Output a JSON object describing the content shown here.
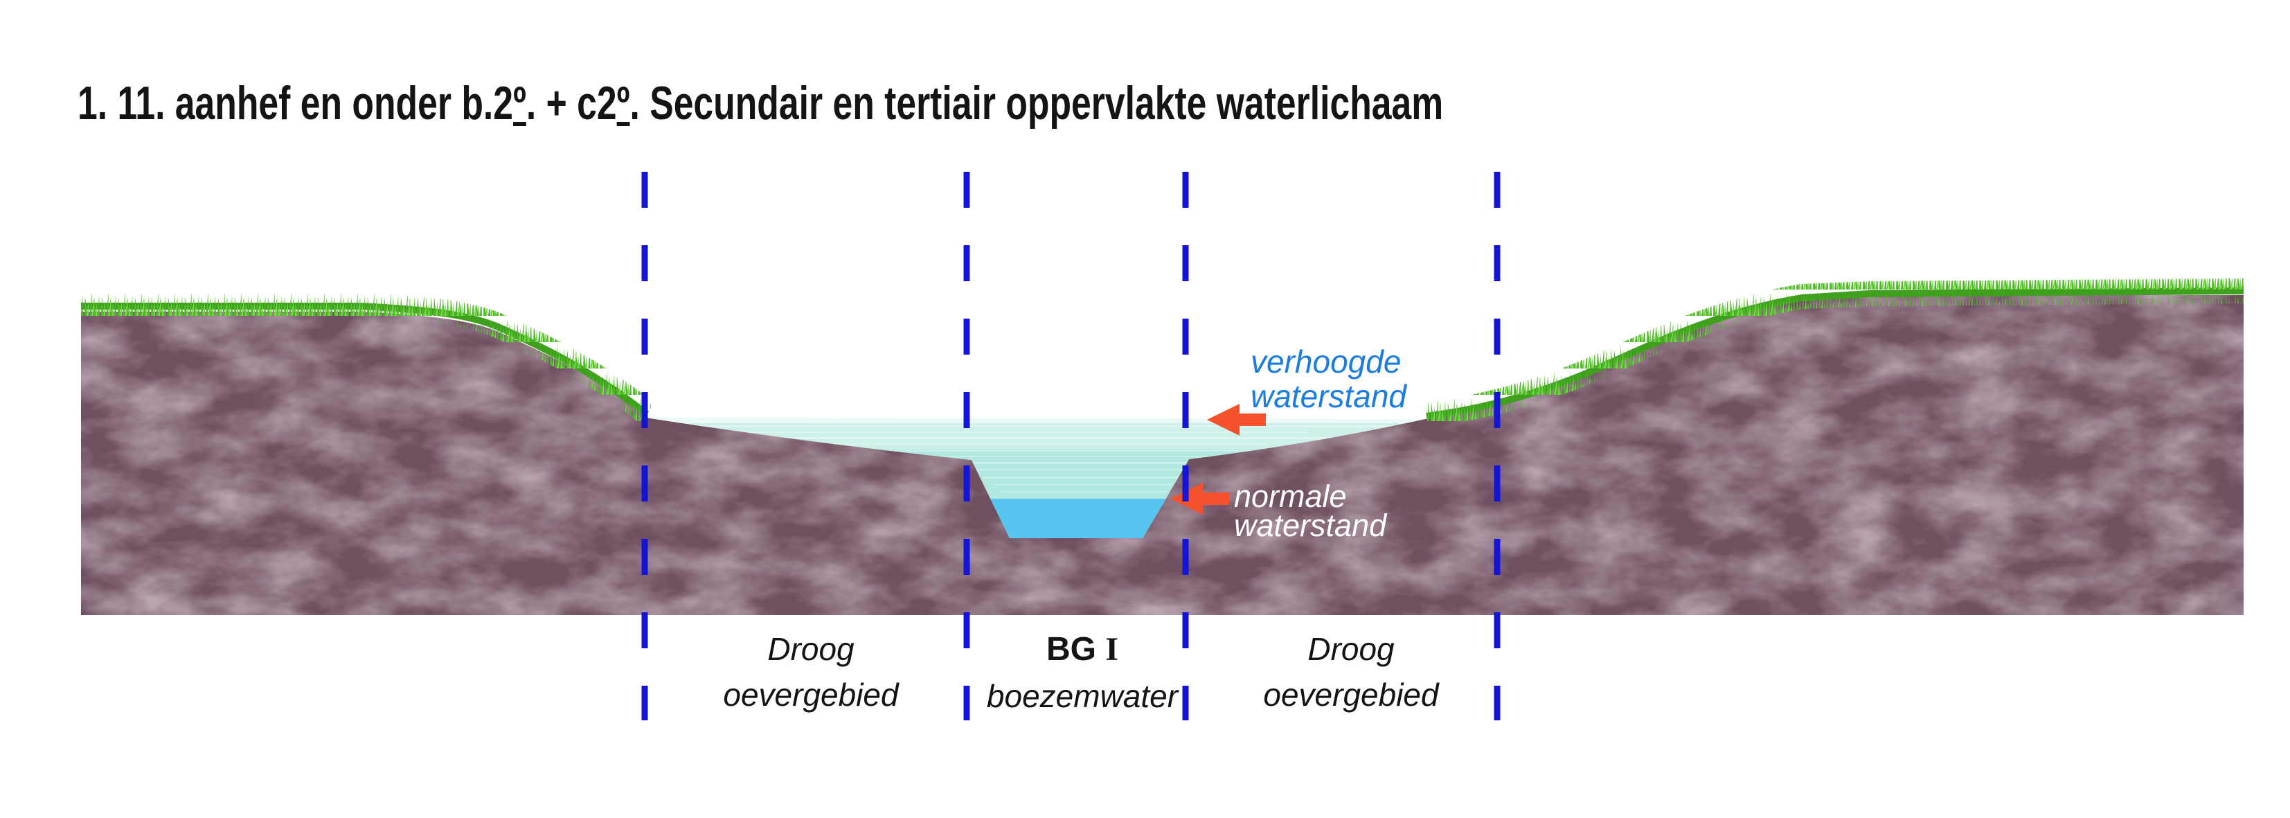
{
  "title": {
    "parts": [
      {
        "text": "1. 11. aanhef en onder b.2"
      },
      {
        "text": "º",
        "underline": true
      },
      {
        "text": ". + c2"
      },
      {
        "text": "º",
        "underline": true
      },
      {
        "text": ". Secundair en tertiair oppervlakte waterlichaam"
      }
    ]
  },
  "diagram": {
    "water_levels": {
      "elevated": {
        "line1": "verhoogde",
        "line2": "waterstand"
      },
      "normal": {
        "line1": "normale",
        "line2": "waterstand"
      }
    },
    "zones": {
      "left": {
        "line1": "Droog",
        "line2": "oevergebied"
      },
      "center": {
        "code": "BG",
        "numeral": "I",
        "name": "boezemwater"
      },
      "right": {
        "line1": "Droog",
        "line2": "oevergebied"
      }
    },
    "colors": {
      "soil": "#6f5061",
      "soil_light": "#8d7080",
      "grass": "#50b929",
      "grass_light": "#74d747",
      "grass_dark": "#3ea01d",
      "water_high": "#cdf1ea",
      "water_mid": "#abe7dc",
      "water_normal": "#56c6f0",
      "boundary_blue": "#1414d9",
      "arrow_red": "#f4512c",
      "label_blue": "#1b7ce2",
      "label_white": "#ffffff",
      "text_black": "#141414"
    }
  }
}
